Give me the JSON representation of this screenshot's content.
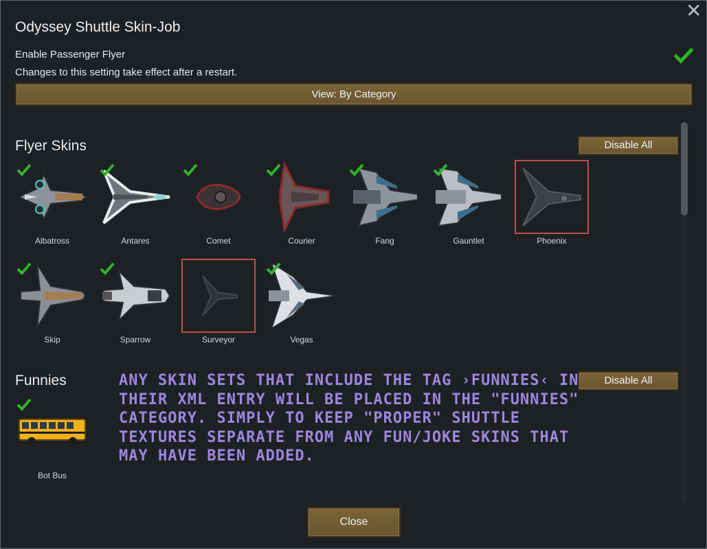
{
  "window": {
    "title": "Odyssey Shuttle Skin-Job",
    "close_glyph": "✕"
  },
  "setting": {
    "label": "Enable Passenger Flyer",
    "note": "Changes to this setting take effect after a restart.",
    "enabled": true
  },
  "view_button": {
    "label": "View: By Category"
  },
  "sections": {
    "flyer": {
      "title": "Flyer Skins",
      "disable_label": "Disable All",
      "skins": [
        {
          "name": "Albatross",
          "enabled": true,
          "icon": "albatross-ship-icon"
        },
        {
          "name": "Antares",
          "enabled": true,
          "icon": "antares-ship-icon"
        },
        {
          "name": "Comet",
          "enabled": true,
          "icon": "comet-ship-icon"
        },
        {
          "name": "Courier",
          "enabled": true,
          "icon": "courier-ship-icon"
        },
        {
          "name": "Fang",
          "enabled": true,
          "icon": "fang-ship-icon"
        },
        {
          "name": "Gauntlet",
          "enabled": true,
          "icon": "gauntlet-ship-icon"
        },
        {
          "name": "Phoenix",
          "enabled": false,
          "icon": "phoenix-ship-icon"
        },
        {
          "name": "Skip",
          "enabled": true,
          "icon": "skip-ship-icon"
        },
        {
          "name": "Sparrow",
          "enabled": true,
          "icon": "sparrow-ship-icon"
        },
        {
          "name": "Surveyor",
          "enabled": false,
          "icon": "surveyor-ship-icon"
        },
        {
          "name": "Vegas",
          "enabled": true,
          "icon": "vegas-ship-icon"
        }
      ]
    },
    "funnies": {
      "title": "Funnies",
      "disable_label": "Disable All",
      "note": "Any skin sets that include the tag ›Funnies‹ in their XML entry will be placed in the \"Funnies\" category. Simply to keep \"proper\" shuttle textures separate from any fun/joke skins that may have been added.",
      "skins": [
        {
          "name": "Bot Bus",
          "enabled": true,
          "icon": "school-bus-icon"
        }
      ]
    }
  },
  "close_button": {
    "label": "Close"
  },
  "colors": {
    "accent_button": "#6f5a32",
    "check_green": "#2fb52a",
    "disabled_border": "#c0504a",
    "annotation_purple": "#9d86e0"
  }
}
